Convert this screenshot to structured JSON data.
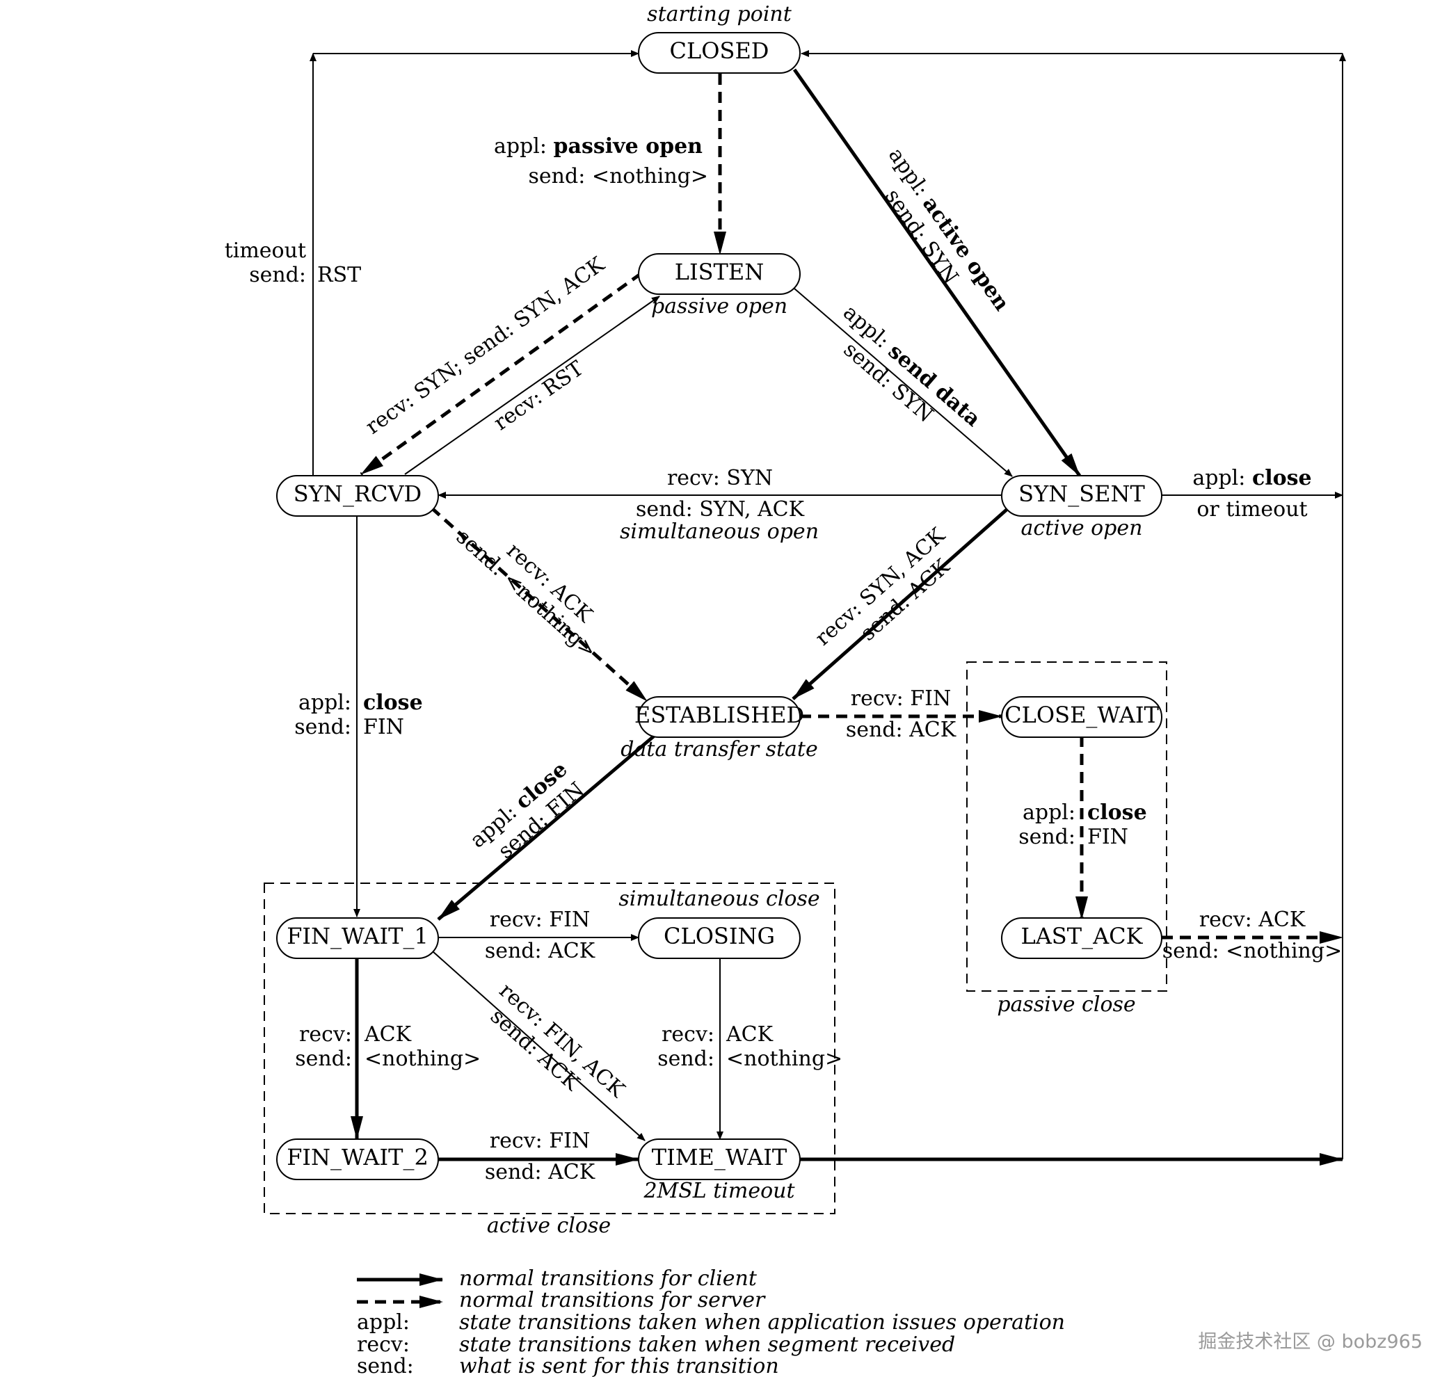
{
  "states": {
    "closed": "CLOSED",
    "listen": "LISTEN",
    "syn_rcvd": "SYN_RCVD",
    "syn_sent": "SYN_SENT",
    "established": "ESTABLISHED",
    "close_wait": "CLOSE_WAIT",
    "last_ack": "LAST_ACK",
    "fin_wait_1": "FIN_WAIT_1",
    "closing": "CLOSING",
    "fin_wait_2": "FIN_WAIT_2",
    "time_wait": "TIME_WAIT"
  },
  "notes": {
    "starting_point": "starting point",
    "passive_open": "passive open",
    "active_open": "active open",
    "simultaneous_open": "simultaneous open",
    "data_transfer_state": "data transfer state",
    "simultaneous_close": "simultaneous close",
    "two_msl_timeout": "2MSL timeout",
    "active_close": "active close",
    "passive_close": "passive close"
  },
  "labels": {
    "closed_listen_appl": "appl:",
    "closed_listen_appl_b": "passive open",
    "closed_listen_send": "send: <nothing>",
    "closed_synsent_appl": "appl:",
    "closed_synsent_appl_b": "active open",
    "closed_synsent_send": "send: SYN",
    "timeout": "timeout",
    "timeout_send": "send:",
    "timeout_rst": "RST",
    "listen_rcvd_recv": "recv: SYN;",
    "listen_rcvd_send": "send: SYN, ACK",
    "rcvd_listen_recv": "recv: RST",
    "listen_sent_appl": "appl:",
    "listen_sent_appl_b": "send data",
    "listen_sent_send": "send: SYN",
    "sent_rcvd_recv": "recv: SYN",
    "sent_rcvd_send": "send: SYN, ACK",
    "sent_close_appl": "appl:",
    "sent_close_appl_b": "close",
    "sent_close_or": "or timeout",
    "rcvd_est_recv": "recv: ACK",
    "rcvd_est_send": "send: <nothing>",
    "sent_est_recv": "recv: SYN, ACK",
    "sent_est_send": "send: ACK",
    "rcvd_fw1_appl": "appl:",
    "rcvd_fw1_appl_b": "close",
    "rcvd_fw1_send": "send:",
    "rcvd_fw1_fin": "FIN",
    "est_cw_recv": "recv: FIN",
    "est_cw_send": "send: ACK",
    "cw_la_appl": "appl:",
    "cw_la_appl_b": "close",
    "cw_la_send": "send:",
    "cw_la_fin": "FIN",
    "la_closed_recv": "recv: ACK",
    "la_closed_send": "send: <nothing>",
    "est_fw1_appl": "appl:",
    "est_fw1_appl_b": "close",
    "est_fw1_send": "send: FIN",
    "fw1_closing_recv": "recv: FIN",
    "fw1_closing_send": "send: ACK",
    "fw1_fw2_recv": "recv:",
    "fw1_fw2_ack": "ACK",
    "fw1_fw2_send": "send:",
    "fw1_fw2_nothing": "<nothing>",
    "fw1_tw_recv": "recv: FIN, ACK",
    "fw1_tw_send": "send: ACK",
    "closing_tw_recv": "recv:",
    "closing_tw_ack": "ACK",
    "closing_tw_send": "send:",
    "closing_tw_nothing": "<nothing>",
    "fw2_tw_recv": "recv: FIN",
    "fw2_tw_send": "send: ACK"
  },
  "legend": {
    "client": "normal transitions for client",
    "server": "normal transitions for server",
    "appl_key": "appl:",
    "appl_desc": "state transitions taken when application issues operation",
    "recv_key": "recv:",
    "recv_desc": "state transitions taken when segment received",
    "send_key": "send:",
    "send_desc": "what is sent for this transition"
  },
  "watermark": "掘金技术社区 @ bobz965"
}
